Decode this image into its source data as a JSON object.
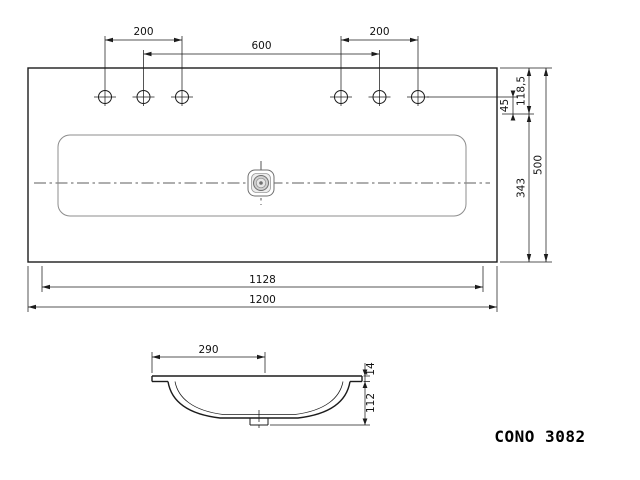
{
  "title_block": {
    "product": "CONO 3082"
  },
  "top_view": {
    "d200_left": "200",
    "d600": "600",
    "d200_right": "200",
    "d45": "45",
    "d118_5": "118,5",
    "d343": "343",
    "d500": "500",
    "d1128": "1128",
    "d1200": "1200"
  },
  "section_view": {
    "d290": "290",
    "d14": "14",
    "d112": "112"
  },
  "colors": {
    "line": "#1c1c1c",
    "secondary_line": "#8c8c8c",
    "background": "#ffffff"
  }
}
